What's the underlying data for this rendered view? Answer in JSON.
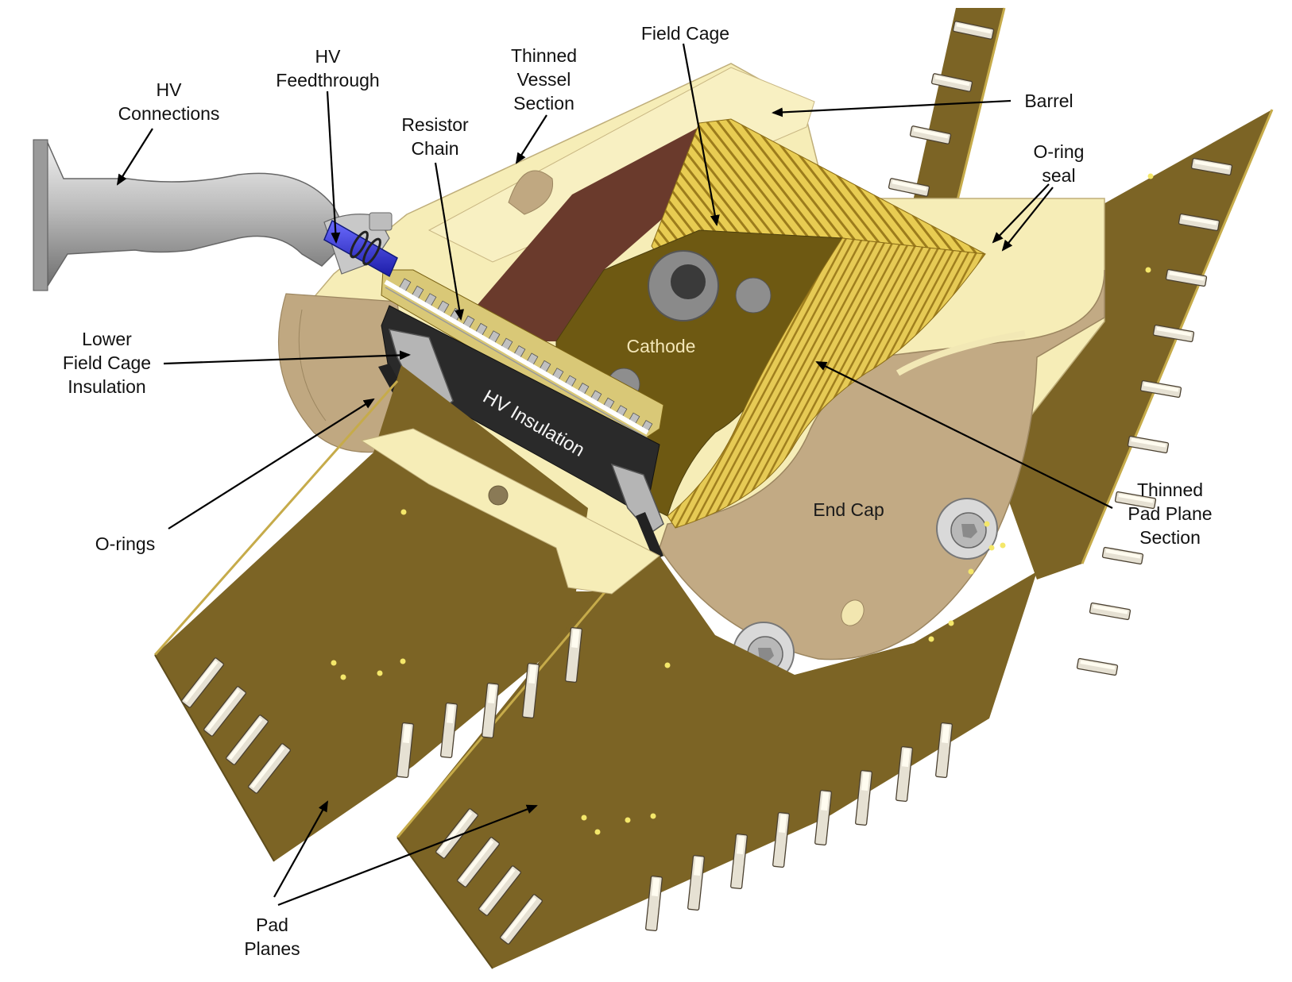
{
  "colors": {
    "pad_plane": "#7c6425",
    "pad_plane_dark": "#5e4c1c",
    "pad_plane_edge": "#c6ab4a",
    "vessel_cream": "#f7eeb9",
    "vessel_tan": "#c2aa84",
    "vessel_tan_dark": "#a48e68",
    "field_cage_stripe": "#e8cc52",
    "field_cage_dark": "#a58520",
    "cathode": "#6e5912",
    "cathode_brown": "#6a3a2c",
    "hv_insulation": "#2a2a2a",
    "insulator_grey": "#b5b5b5",
    "hv_blue": "#2c2cd6",
    "connector_grey": "#c8c8c8",
    "contact_pin": "#d9d4c5"
  },
  "labels": {
    "hv_connections": [
      "HV",
      "Connections"
    ],
    "hv_feedthrough": [
      "HV",
      "Feedthrough"
    ],
    "thinned_vessel_section": [
      "Thinned",
      "Vessel",
      "Section"
    ],
    "field_cage": [
      "Field Cage"
    ],
    "resistor_chain": [
      "Resistor",
      "Chain"
    ],
    "barrel": [
      "Barrel"
    ],
    "o_ring_seal": [
      "O-ring",
      "seal"
    ],
    "lower_field_cage_insulation": [
      "Lower",
      "Field Cage",
      "Insulation"
    ],
    "cathode": "Cathode",
    "hv_insulation": "HV Insulation",
    "end_cap": "End Cap",
    "thinned_pad_plane_section": [
      "Thinned",
      "Pad Plane",
      "Section"
    ],
    "o_rings": [
      "O-rings"
    ],
    "pad_planes": [
      "Pad",
      "Planes"
    ]
  }
}
